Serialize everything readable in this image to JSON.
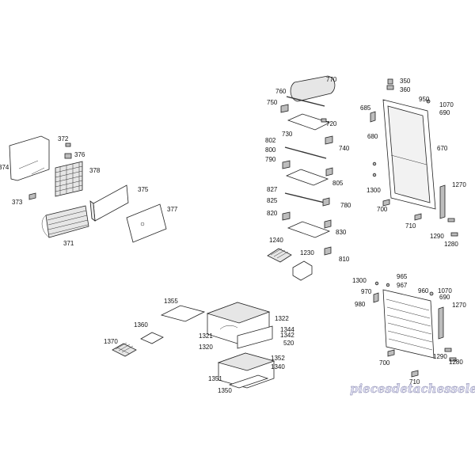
{
  "watermark": "piecesdetachesselec.com",
  "parts": {
    "p374": "374",
    "p372": "372",
    "p376": "376",
    "p378": "378",
    "p373": "373",
    "p375": "375",
    "p377": "377",
    "p371": "371",
    "p770": "770",
    "p760": "760",
    "p750": "750",
    "p720": "720",
    "p730": "730",
    "p740": "740",
    "p802": "802",
    "p800": "800",
    "p790": "790",
    "p805": "805",
    "p827": "827",
    "p825": "825",
    "p820": "820",
    "p780": "780",
    "p830": "830",
    "p1240": "1240",
    "p1230": "1230",
    "p810": "810",
    "p350": "350",
    "p360": "360",
    "p950": "950",
    "p1070a": "1070",
    "p690a": "690",
    "p685": "685",
    "p680": "680",
    "p670": "670",
    "p1300a": "1300",
    "p1270a": "1270",
    "p700a": "700",
    "p710a": "710",
    "p1290a": "1290",
    "p1280a": "1280",
    "p1355": "1355",
    "p1360": "1360",
    "p1370": "1370",
    "p1321": "1321",
    "p1322": "1322",
    "p1344": "1344",
    "p1342": "1342",
    "p520": "520",
    "p1320": "1320",
    "p1352": "1352",
    "p1340": "1340",
    "p1351": "1351",
    "p1350": "1350",
    "p1300b": "1300",
    "p965": "965",
    "p967": "967",
    "p960": "960",
    "p970": "970",
    "p1070b": "1070",
    "p690b": "690",
    "p980": "980",
    "p1270b": "1270",
    "p700b": "700",
    "p710b": "710",
    "p1290b": "1290",
    "p1280b": "1280"
  }
}
